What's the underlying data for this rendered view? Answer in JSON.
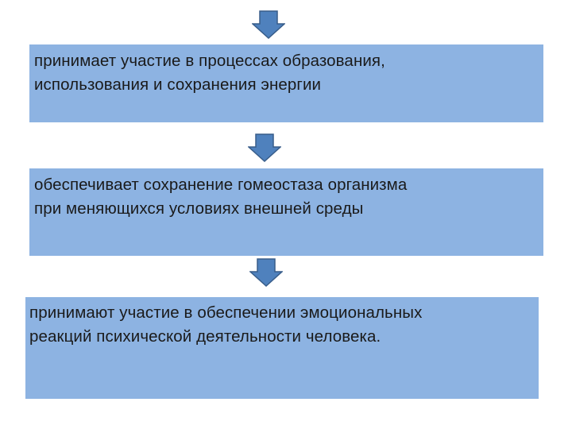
{
  "colors": {
    "box_fill": "#8db3e2",
    "arrow_fill": "#4f81bd",
    "arrow_stroke": "#385d8a",
    "text": "#1a1a1a"
  },
  "arrows": [
    {
      "icon": "down-arrow-icon"
    },
    {
      "icon": "down-arrow-icon"
    },
    {
      "icon": "down-arrow-icon"
    }
  ],
  "boxes": [
    {
      "lines": [
        "принимает участие в процессах образования,",
        "использования и сохранения энергии"
      ]
    },
    {
      "lines": [
        "обеспечивает сохранение гомеостаза организма",
        "при меняющихся условиях внешней среды"
      ]
    },
    {
      "lines": [
        "принимают участие в обеспечении эмоциональных",
        "реакций психической деятельности человека."
      ]
    }
  ]
}
